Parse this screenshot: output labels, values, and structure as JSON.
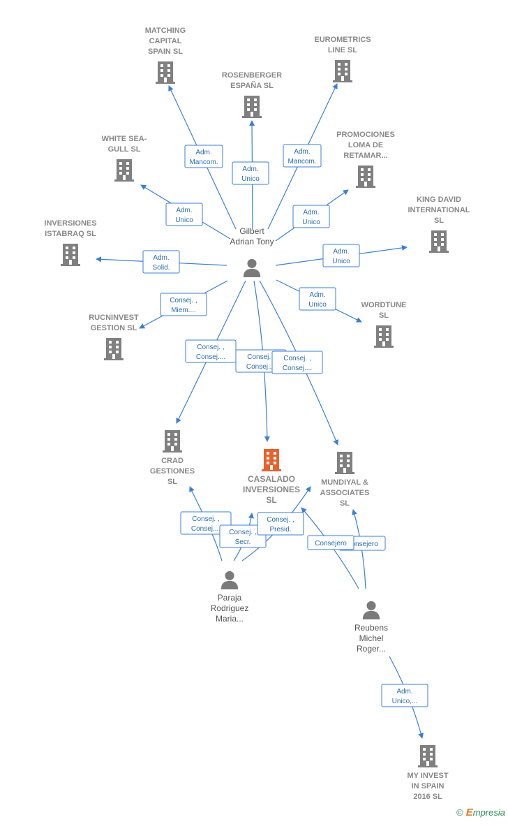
{
  "colors": {
    "edge": "#3a7fd5",
    "company": "#808080",
    "main_company": "#e8612c",
    "person": "#7a7a7a"
  },
  "companies": [
    {
      "id": "matching",
      "lines": [
        "MATCHING",
        "CAPITAL",
        "SPAIN  SL"
      ],
      "icon": "building-icon"
    },
    {
      "id": "rosenberger",
      "lines": [
        "ROSENBERGER",
        "ESPAÑA  SL"
      ],
      "icon": "building-icon"
    },
    {
      "id": "eurometrics",
      "lines": [
        "EUROMETRICS",
        "LINE SL"
      ],
      "icon": "building-icon"
    },
    {
      "id": "whiteseagull",
      "lines": [
        "WHITE SEA-",
        "GULL SL"
      ],
      "icon": "building-icon"
    },
    {
      "id": "promociones",
      "lines": [
        "PROMOCIONES",
        "LOMA DE",
        "RETAMAR..."
      ],
      "icon": "building-icon"
    },
    {
      "id": "kingdavid",
      "lines": [
        "KING DAVID",
        "INTERNATIONAL",
        "SL"
      ],
      "icon": "building-icon"
    },
    {
      "id": "istabraq",
      "lines": [
        "INVERSIONES",
        "ISTABRAQ  SL"
      ],
      "icon": "building-icon"
    },
    {
      "id": "wordtune",
      "lines": [
        "WORDTUNE",
        "SL"
      ],
      "icon": "building-icon"
    },
    {
      "id": "rucninvest",
      "lines": [
        "RUCNINVEST",
        "GESTION  SL"
      ],
      "icon": "building-icon"
    },
    {
      "id": "crad",
      "lines": [
        "CRAD",
        "GESTIONES",
        "SL"
      ],
      "icon": "building-icon"
    },
    {
      "id": "casalado",
      "lines": [
        "CASALADO",
        "INVERSIONES",
        "SL"
      ],
      "icon": "building-icon",
      "main": true
    },
    {
      "id": "mundiyal",
      "lines": [
        "MUNDIYAL &",
        "ASSOCIATES",
        "SL"
      ],
      "icon": "building-icon"
    },
    {
      "id": "myinvest",
      "lines": [
        "MY INVEST",
        "IN SPAIN",
        "2016  SL"
      ],
      "icon": "building-icon"
    }
  ],
  "persons": [
    {
      "id": "gilbert",
      "lines": [
        "Gilbert",
        "Adrian Tony"
      ],
      "icon": "person-icon"
    },
    {
      "id": "paraja",
      "lines": [
        "Paraja",
        "Rodriguez",
        "Maria..."
      ],
      "icon": "person-icon"
    },
    {
      "id": "reubens",
      "lines": [
        "Reubens",
        "Michel",
        "Roger..."
      ],
      "icon": "person-icon"
    }
  ],
  "relations": [
    {
      "from": "gilbert",
      "to": "matching",
      "lines": [
        "Adm.",
        "Mancom."
      ]
    },
    {
      "from": "gilbert",
      "to": "rosenberger",
      "lines": [
        "Adm.",
        "Unico"
      ]
    },
    {
      "from": "gilbert",
      "to": "eurometrics",
      "lines": [
        "Adm.",
        "Mancom."
      ]
    },
    {
      "from": "gilbert",
      "to": "whiteseagull",
      "lines": [
        "Adm.",
        "Unico"
      ]
    },
    {
      "from": "gilbert",
      "to": "promociones",
      "lines": [
        "Adm.",
        "Unico"
      ]
    },
    {
      "from": "gilbert",
      "to": "kingdavid",
      "lines": [
        "Adm.",
        "Unico"
      ]
    },
    {
      "from": "gilbert",
      "to": "istabraq",
      "lines": [
        "Adm.",
        "Solid."
      ]
    },
    {
      "from": "gilbert",
      "to": "wordtune",
      "lines": [
        "Adm.",
        "Unico"
      ]
    },
    {
      "from": "gilbert",
      "to": "rucninvest",
      "lines": [
        "Consej. ,",
        "Miem...."
      ]
    },
    {
      "from": "gilbert",
      "to": "crad",
      "lines": [
        "Consej. ,",
        "Consej...."
      ]
    },
    {
      "from": "gilbert",
      "to": "casalado",
      "lines": [
        "Consej. ,",
        "Consej...."
      ]
    },
    {
      "from": "gilbert",
      "to": "mundiyal",
      "lines": [
        "Consej. ,",
        "Consej...."
      ]
    },
    {
      "from": "paraja",
      "to": "crad",
      "lines": [
        "Consej. ,",
        "Consej...."
      ]
    },
    {
      "from": "paraja",
      "to": "casalado",
      "lines": [
        "Consej. ,",
        "Secr."
      ]
    },
    {
      "from": "paraja",
      "to": "mundiyal",
      "lines": [
        "Consej. ,",
        "Presid."
      ]
    },
    {
      "from": "reubens",
      "to": "mundiyal",
      "lines": [
        "Consejero"
      ]
    },
    {
      "from": "reubens",
      "to": "casalado",
      "lines": [
        "Consejero"
      ]
    },
    {
      "from": "reubens",
      "to": "myinvest",
      "lines": [
        "Adm.",
        "Unico,..."
      ]
    }
  ],
  "footer": {
    "copyright": "©",
    "brand_first": "E",
    "brand_rest": "mpresia"
  }
}
